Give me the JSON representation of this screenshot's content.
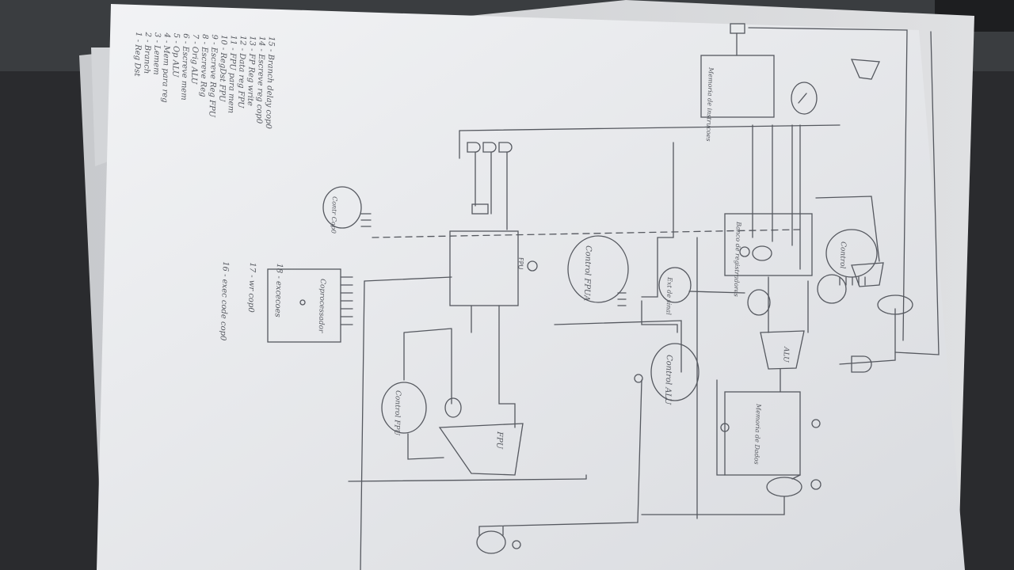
{
  "photo": {
    "kind": "photograph of hand-drawn processor datapath sketch on paper"
  },
  "signal_legend": {
    "items": [
      "1 - Reg Dst",
      "2 - Branch",
      "3 - Lemem",
      "4 - Mem para reg",
      "5 - Op ALU",
      "6 - Escreve mem",
      "7 - Orig ALU",
      "8 - Escreve Reg",
      "9 - Escreve Reg FPU",
      "10 - RegDst FPU",
      "11 - FPU para mem",
      "12 - Data reg FPU",
      "13 - FP Reg write",
      "14 - Escreve reg cop0",
      "15 - Branch delay cop0"
    ],
    "items_right": [
      "16 - exec code cop0",
      "17 - wr cop0",
      "18 - excecoes"
    ]
  },
  "blocks": {
    "fpu_regs": "FPU",
    "control_fpu_a": "Control FPUA",
    "control_fpu_b": "Control FPU",
    "fpu_alu": "FPU",
    "cop0": "Coprocessador",
    "cop0_control": "Contr Cop0",
    "instr_memory": "Memoria de instrucoes",
    "registers": "Banco de registradores",
    "alu": "ALU",
    "control_alu": "Control ALU",
    "control": "Control",
    "data_memory": "Memoria de Dados",
    "sign_ext": "Ext de sinal"
  },
  "colors": {
    "paper": "#eceef0",
    "pencil": "#55585f",
    "background": "#2a2b2e"
  }
}
